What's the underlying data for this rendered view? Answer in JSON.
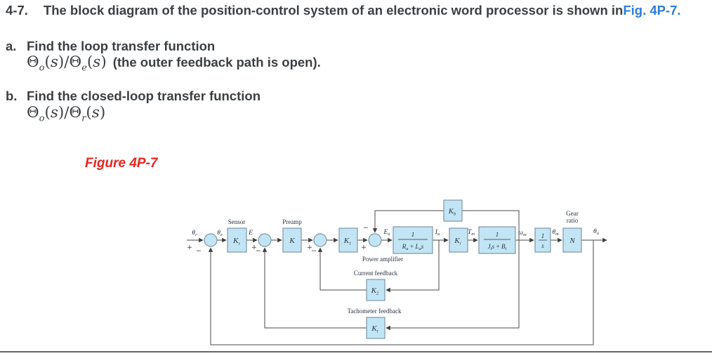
{
  "problem": {
    "number": "4-7.",
    "statement": "The block diagram of the position-control system of an electronic word processor is shown in",
    "figure_link": "Fig. 4P-7.",
    "parts": {
      "a_label": "a.",
      "a_text": "Find the loop transfer function",
      "a_note": "(the outer feedback path is open).",
      "b_label": "b.",
      "b_text": "Find the closed-loop transfer function"
    },
    "math": {
      "Theta": "Θ",
      "sub_o": "o",
      "sub_e": "e",
      "sub_r": "r",
      "lp": "(",
      "s": "s",
      "rp": ")",
      "slash": "/"
    },
    "figure_caption": "Figure 4P-7"
  },
  "diagram": {
    "captions": {
      "sensor": "Sensor",
      "preamp": "Preamp",
      "power_amplifier": "Power amplifier",
      "current_feedback": "Current feedback",
      "tachometer_feedback": "Tachometer feedback",
      "gear": "Gear",
      "ratio": "ratio"
    },
    "blocks": {
      "ks": {
        "s": "K",
        "b": "s"
      },
      "k": {
        "s": "K"
      },
      "k1": {
        "s": "K",
        "b": "1"
      },
      "pa": {
        "n": "1",
        "d1": "R",
        "d1s": "a",
        "plus": "+",
        "d2": "L",
        "d2s": "a",
        "d3": "s"
      },
      "ki": {
        "s": "K",
        "b": "i"
      },
      "motor": {
        "n": "1",
        "d1": "J",
        "d1s": "t",
        "d2": "s",
        "plus": "+",
        "d3": "B",
        "d3s": "t"
      },
      "integrator": {
        "n": "1",
        "d": "s"
      },
      "gear": {
        "s": "N"
      },
      "kb": {
        "s": "K",
        "b": "b"
      },
      "k2": {
        "s": "K",
        "b": "2"
      },
      "kt": {
        "s": "K",
        "b": "t"
      }
    },
    "signals": {
      "theta_r": {
        "s": "θ",
        "b": "r"
      },
      "theta_e": {
        "s": "θ",
        "b": "e"
      },
      "E": {
        "s": "E"
      },
      "Ea": {
        "s": "E",
        "b": "a"
      },
      "Ia": {
        "s": "I",
        "b": "a"
      },
      "Tm": {
        "s": "T",
        "b": "m"
      },
      "omega_m": {
        "s": "ω",
        "b": "m"
      },
      "theta_m": {
        "s": "θ",
        "b": "m"
      },
      "theta_o": {
        "s": "θ",
        "b": "o"
      }
    },
    "signs": {
      "plus": "+",
      "minus": "−"
    }
  },
  "colors": {
    "body_text": "#3c4043",
    "link_blue": "#2b7de1",
    "figure_red": "#e8251f",
    "block_fill": "#c2e5f5",
    "block_stroke": "#7e95a6",
    "wire": "#4a4a4a"
  }
}
